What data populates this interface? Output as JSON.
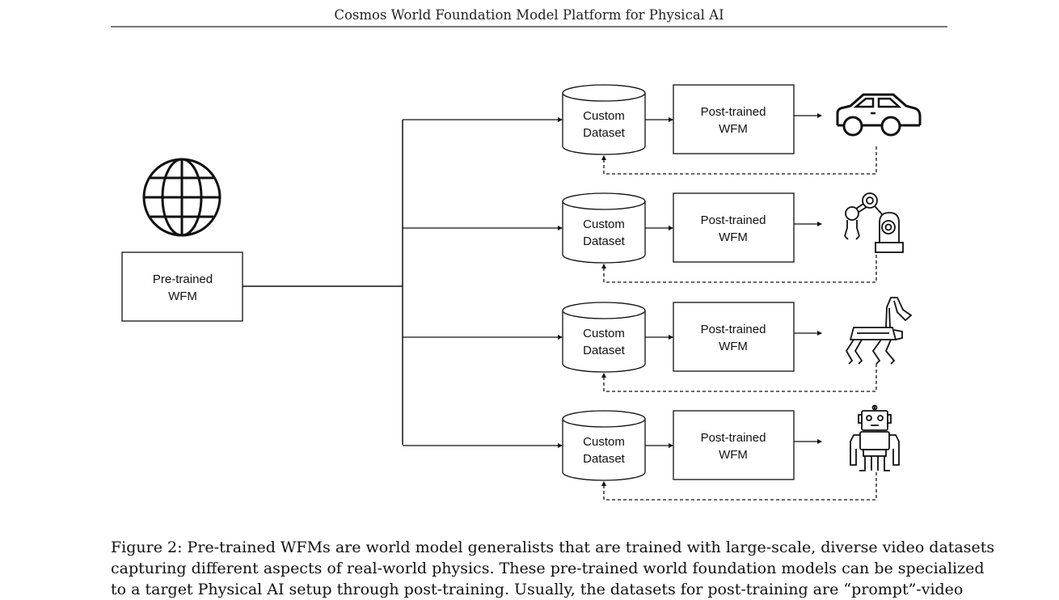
{
  "header": {
    "title": "Cosmos World Foundation Model Platform for Physical AI"
  },
  "diagram": {
    "pretrained": {
      "line1": "Pre-trained",
      "line2": "WFM"
    },
    "branches": [
      {
        "dataset_line1": "Custom",
        "dataset_line2": "Dataset",
        "model_line1": "Post-trained",
        "model_line2": "WFM",
        "icon": "car-icon"
      },
      {
        "dataset_line1": "Custom",
        "dataset_line2": "Dataset",
        "model_line1": "Post-trained",
        "model_line2": "WFM",
        "icon": "robot-arm-icon"
      },
      {
        "dataset_line1": "Custom",
        "dataset_line2": "Dataset",
        "model_line1": "Post-trained",
        "model_line2": "WFM",
        "icon": "robot-dog-icon"
      },
      {
        "dataset_line1": "Custom",
        "dataset_line2": "Dataset",
        "model_line1": "Post-trained",
        "model_line2": "WFM",
        "icon": "humanoid-robot-icon"
      }
    ],
    "globe_icon": "globe-icon"
  },
  "caption": {
    "line1": "Figure 2: Pre-trained WFMs are world model generalists that are trained with large-scale, diverse video datasets",
    "line2": "capturing different aspects of real-world physics. These pre-trained world foundation models can be specialized",
    "line3": "to a target Physical AI setup through post-training. Usually, the datasets for post-training are “prompt”-video"
  }
}
